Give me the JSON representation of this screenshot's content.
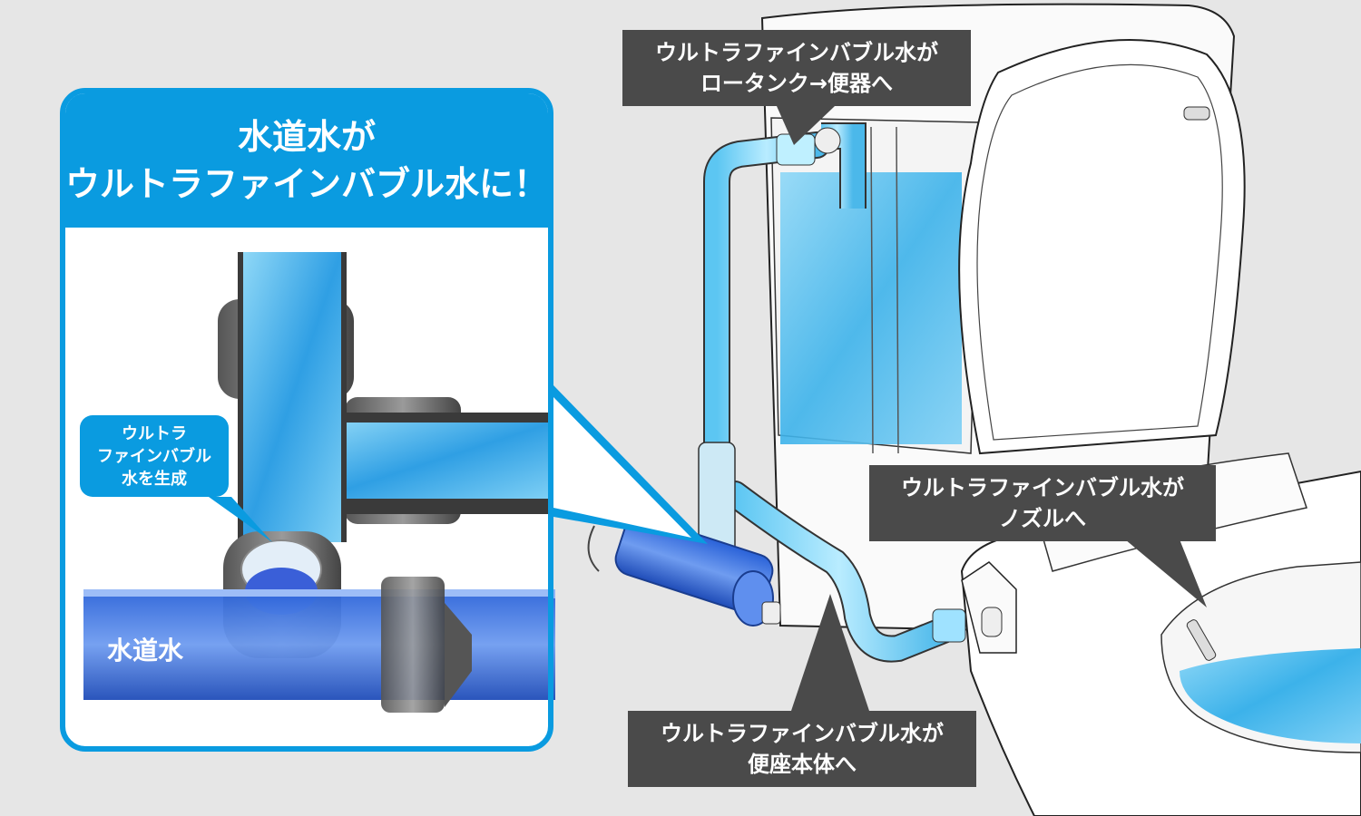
{
  "panel": {
    "title_line1": "水道水が",
    "title_line2": "ウルトラファインバブル水に！"
  },
  "callout_generate": {
    "line1": "ウルトラ",
    "line2": "ファインバブル",
    "line3": "水を生成"
  },
  "pipe_label": "水道水",
  "label_tank": {
    "line1": "ウルトラファインバブル水が",
    "line2": "ロータンク→便器へ"
  },
  "label_nozzle": {
    "line1": "ウルトラファインバブル水が",
    "line2": "ノズルへ"
  },
  "label_seat": {
    "line1": "ウルトラファインバブル水が",
    "line2": "便座本体へ"
  },
  "colors": {
    "background": "#e6e6e6",
    "accent_blue": "#0a9be0",
    "label_gray": "#4a4a4a",
    "water": "#4bb8ea"
  }
}
